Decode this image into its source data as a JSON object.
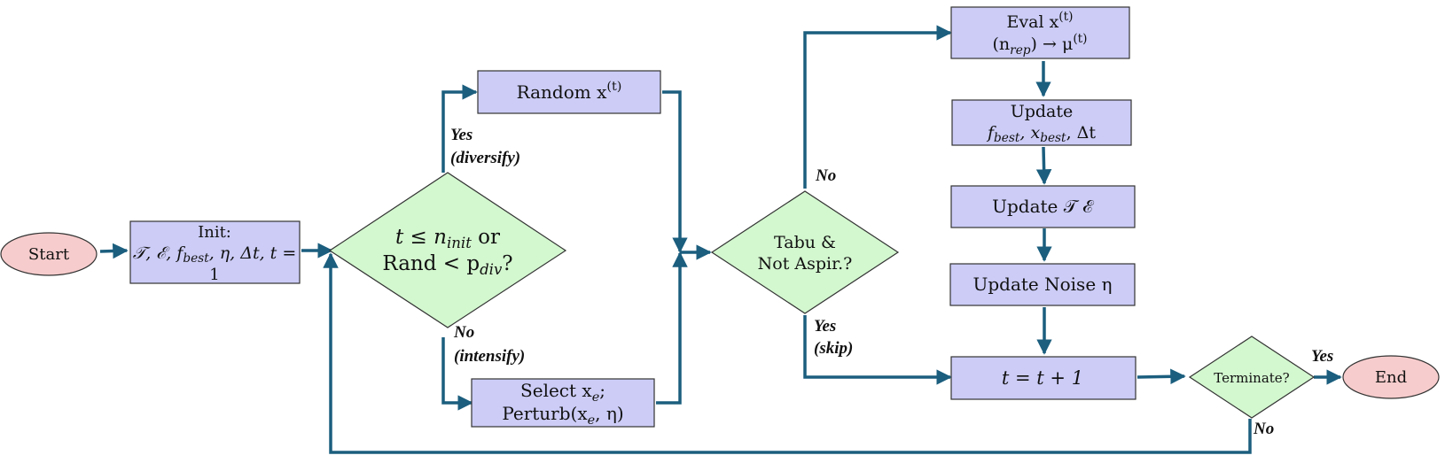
{
  "nodes": {
    "start": "Start",
    "init_l1": "Init:",
    "init_l2": "𝒯, ℰ, f",
    "init_l2_sub": "best",
    "init_l2_rest": ", η, Δt, t =",
    "init_l3": "1",
    "d1_l1a": "t ≤ n",
    "d1_l1_sub": "init",
    "d1_l1b": " or",
    "d1_l2a": "Rand < p",
    "d1_l2_sub": "div",
    "d1_l2b": "?",
    "random_a": "Random x",
    "random_sup": "(t)",
    "select_l1a": "Select x",
    "select_l1_sub": "e",
    "select_l1b": ";",
    "select_l2a": "Perturb(x",
    "select_l2_sub": "e",
    "select_l2b": ", η)",
    "tabu_l1": "Tabu &",
    "tabu_l2": "Not Aspir.?",
    "eval_l1a": "Eval x",
    "eval_l1_sup": "(t)",
    "eval_l2a": "(n",
    "eval_l2_sub": "rep",
    "eval_l2b": ") → μ",
    "eval_l2_sup": "(t)",
    "upd_best_l1": "Update",
    "upd_best_f": "f",
    "upd_best_fsub": "best",
    "upd_best_x": ", x",
    "upd_best_xsub": "best",
    "upd_best_rest": ", Δt",
    "upd_te": "Update 𝒯  ℰ",
    "upd_noise": "Update Noise η",
    "tinc": "t = t + 1",
    "terminate": "Terminate?",
    "end": "End"
  },
  "edges": {
    "yes_div_1": "Yes",
    "yes_div_2": "(diversify)",
    "no_int_1": "No",
    "no_int_2": "(intensify)",
    "tabu_no": "No",
    "tabu_yes_1": "Yes",
    "tabu_yes_2": "(skip)",
    "term_yes": "Yes",
    "term_no": "No"
  },
  "colors": {
    "edge": "#1b5e7e",
    "process_fill": "#ccccf7",
    "decision_fill": "#d3f7cf",
    "terminal_fill": "#f7cccc",
    "stroke": "#333333"
  }
}
